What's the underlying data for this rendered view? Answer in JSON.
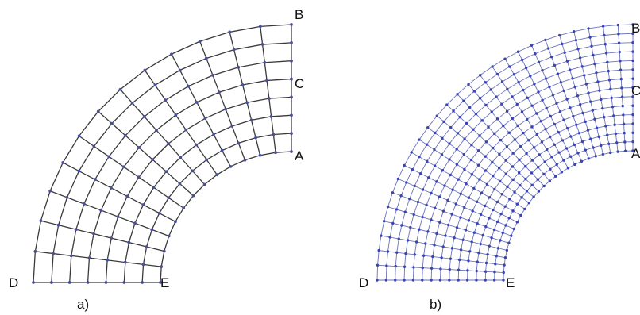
{
  "diagrams": [
    {
      "caption": "a)",
      "points": {
        "B": "B",
        "C": "C",
        "A": "A",
        "D": "D",
        "E": "E"
      },
      "mesh": {
        "radial_nodes": 8,
        "angular_nodes": 14
      },
      "colors": {
        "line": "#3a3a3a",
        "node": "#4a4f9a"
      }
    },
    {
      "caption": "b)",
      "points": {
        "B": "B",
        "C": "C",
        "A": "A",
        "D": "D",
        "E": "E"
      },
      "mesh": {
        "radial_nodes": 15,
        "angular_nodes": 28
      },
      "colors": {
        "line": "#6b74b8",
        "node": "#3a44b5"
      }
    }
  ]
}
